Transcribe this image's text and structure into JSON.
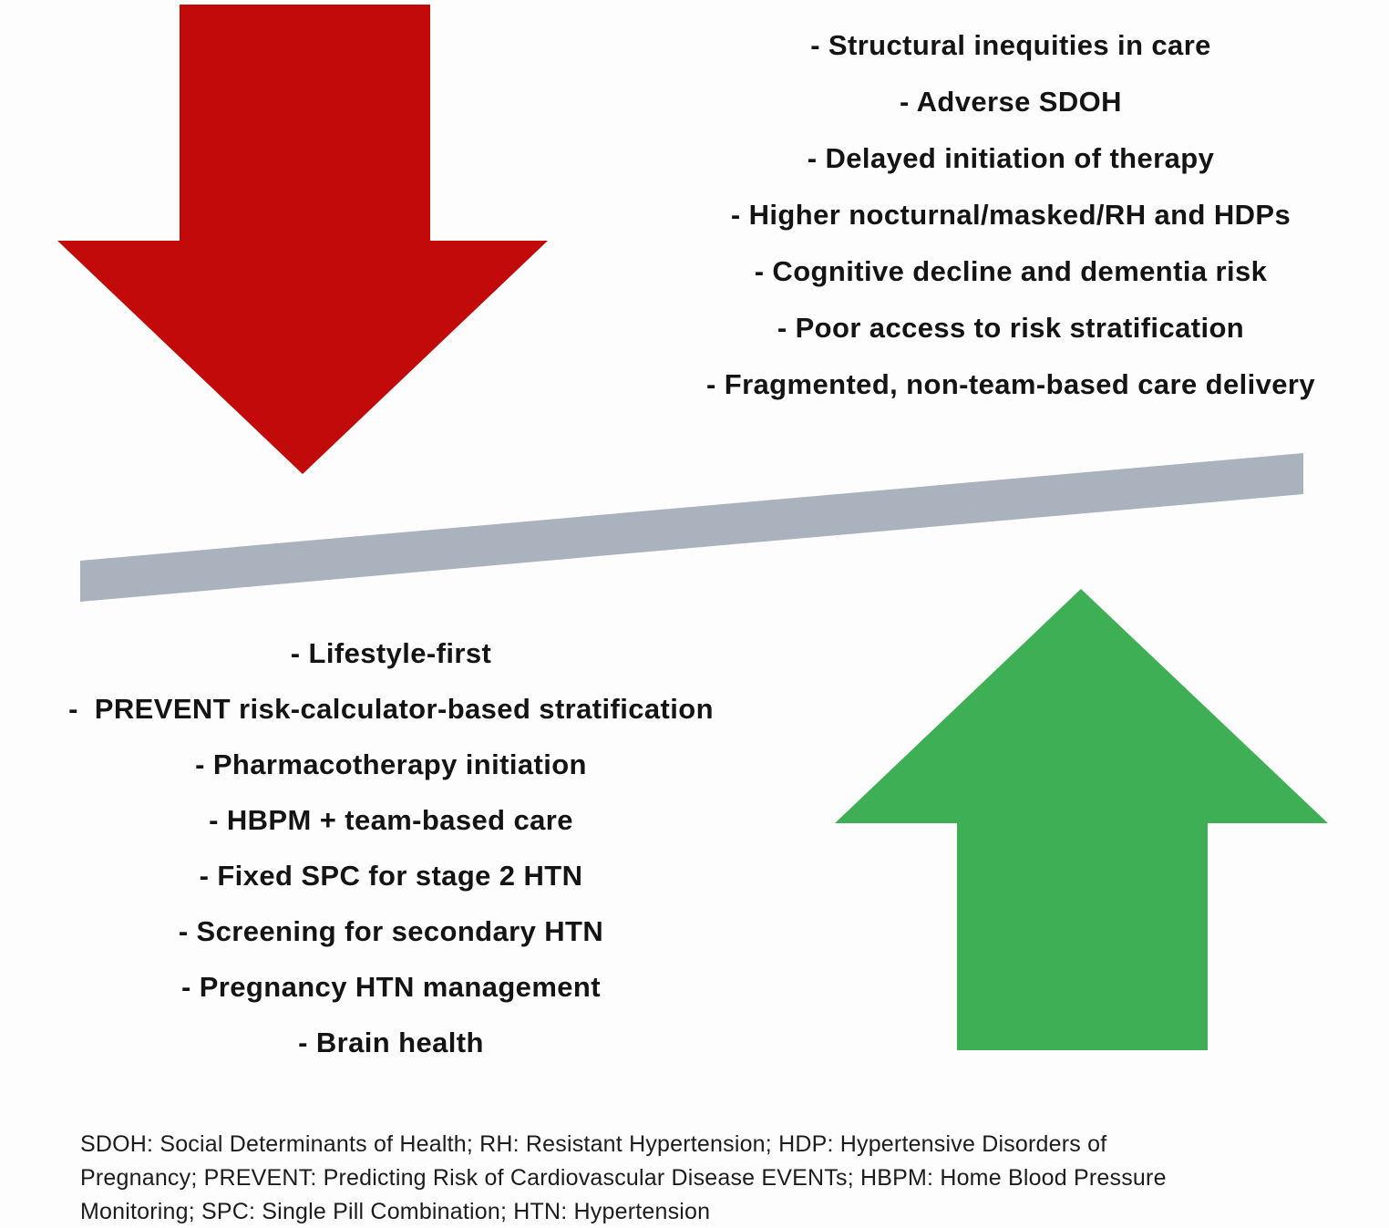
{
  "colors": {
    "red_arrow": "#c20a0a",
    "green_arrow": "#3eaf55",
    "beam_gray": "#a9b2bd",
    "text": "#141414"
  },
  "top_right_list": {
    "items": [
      "- Structural inequities in care",
      "- Adverse SDOH",
      "- Delayed initiation of therapy",
      "- Higher nocturnal/masked/RH and HDPs",
      "- Cognitive decline and dementia risk",
      "- Poor access to risk stratification",
      "- Fragmented, non-team-based care delivery"
    ]
  },
  "bottom_left_list": {
    "items": [
      "- Lifestyle-first",
      "-  PREVENT risk-calculator-based stratification",
      "- Pharmacotherapy initiation",
      "- HBPM + team-based care",
      "- Fixed SPC for stage 2 HTN",
      "- Screening for secondary HTN",
      "- Pregnancy HTN management",
      "- Brain health"
    ]
  },
  "footnote": {
    "lines": [
      "SDOH: Social Determinants of Health; RH: Resistant Hypertension; HDP: Hypertensive Disorders of",
      "Pregnancy; PREVENT: Predicting Risk of Cardiovascular Disease EVENTs; HBPM: Home Blood Pressure",
      "Monitoring; SPC: Single Pill Combination; HTN: Hypertension"
    ]
  }
}
